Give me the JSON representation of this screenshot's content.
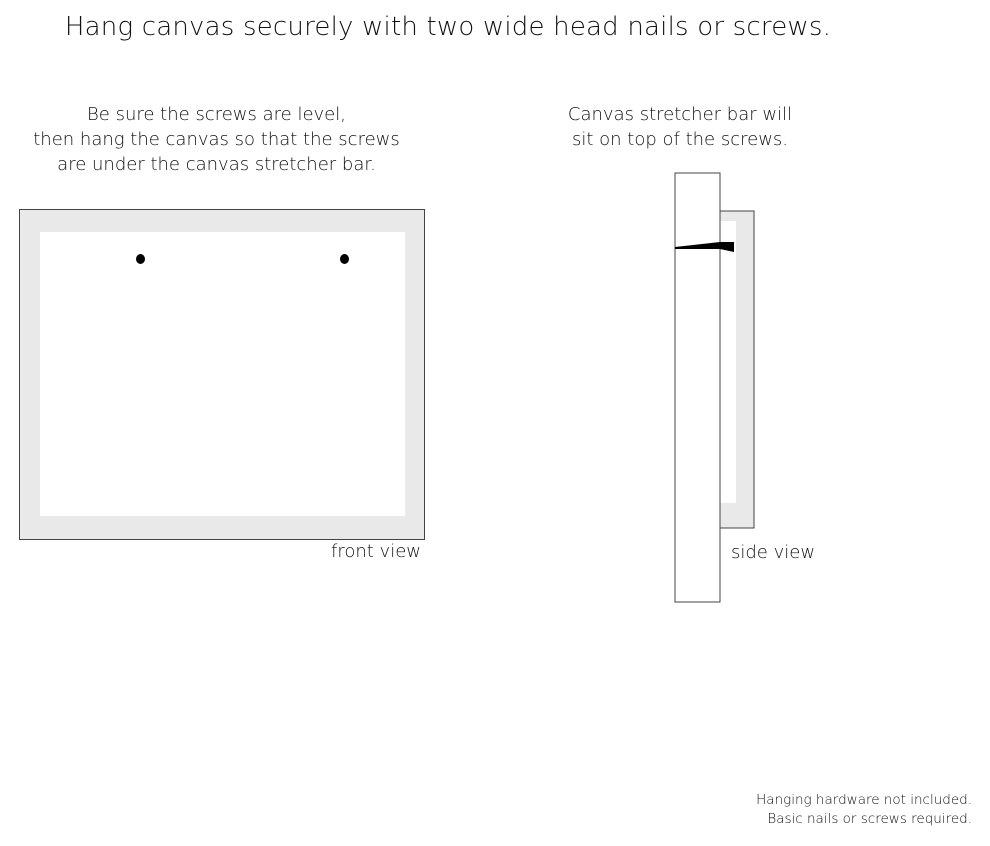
{
  "title": "Hang canvas securely with two wide head nails or screws.",
  "front_instructions": [
    "Be sure the screws are level,",
    "then hang the canvas so that the screws",
    "are under the canvas stretcher bar."
  ],
  "side_instructions": [
    "Canvas stretcher bar will",
    "sit on top of the screws."
  ],
  "front_view_label": "front view",
  "side_view_label": "side view",
  "footer": [
    "Hanging hardware not included.",
    "Basic nails or screws required."
  ],
  "colors": {
    "canvas_border": "#e9e9e9",
    "canvas_face": "#ffffff",
    "outline": "#444444",
    "screw": "#000000"
  }
}
